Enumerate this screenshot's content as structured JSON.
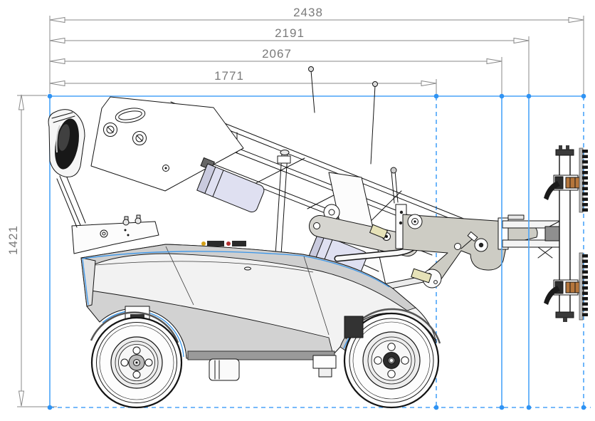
{
  "drawing": {
    "type": "cad-side-view-dimension-drawing",
    "dimensions": {
      "horizontal": [
        {
          "label": "2438"
        },
        {
          "label": "2191"
        },
        {
          "label": "2067"
        },
        {
          "label": "1771"
        }
      ],
      "vertical": [
        {
          "label": "1421"
        }
      ]
    },
    "colors": {
      "dimension_line_gray": "#8a8a8a",
      "dimension_text_gray": "#7a7a7a",
      "reference_line_blue": "#4aa4f8",
      "reference_dot_blue": "#2f93f3",
      "outline_black": "#141414",
      "body_panel_white": "#f2f2f2",
      "body_top_gray": "#cfcfcf",
      "skirt_gray": "#d2d2d2",
      "boom_head_beige": "#cdccc4",
      "actuator_lavender": "#dfe0f1",
      "clamp_pad_copper": "#b5763c",
      "accent_trim_blue": "#3a96ea",
      "pale_yellow_link": "#e6e2b8"
    }
  }
}
